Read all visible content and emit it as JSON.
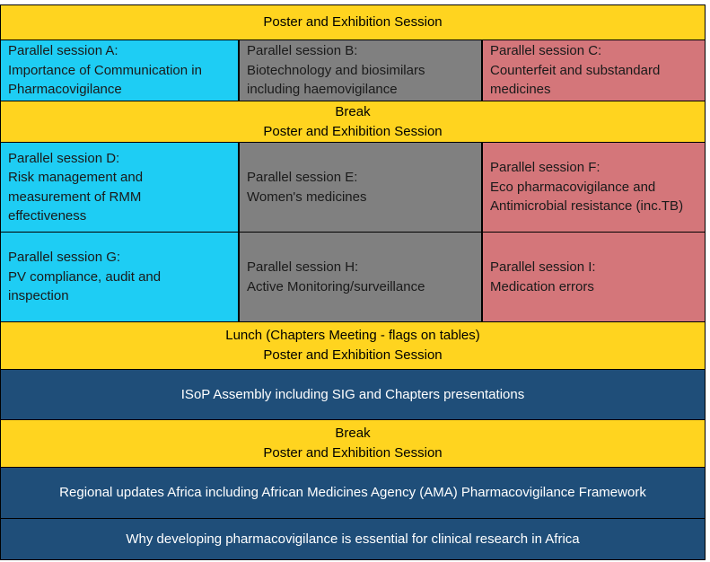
{
  "rows": {
    "r1": {
      "line1": "Poster and Exhibition Session"
    },
    "r2": {
      "a": {
        "title": "Parallel session A:",
        "l1": "Importance of Communication in",
        "l2": "Pharmacovigilance"
      },
      "b": {
        "title": "Parallel session B:",
        "l1": "Biotechnology and biosimilars",
        "l2": "including haemovigilance"
      },
      "c": {
        "title": "Parallel session C:",
        "l1": "Counterfeit and substandard",
        "l2": "medicines"
      }
    },
    "r3": {
      "line1": "Break",
      "line2": "Poster and Exhibition Session"
    },
    "r4": {
      "a": {
        "title": "Parallel session D:",
        "l1": "Risk management and",
        "l2": "measurement of RMM",
        "l3": "effectiveness"
      },
      "b": {
        "title": "Parallel session E:",
        "l1": "Women's medicines"
      },
      "c": {
        "title": "Parallel session F:",
        "l1": "Eco pharmacovigilance and",
        "l2": "Antimicrobial resistance (inc.TB)"
      }
    },
    "r5": {
      "a": {
        "title": "Parallel session G:",
        "l1": "PV compliance, audit and",
        "l2": "inspection"
      },
      "b": {
        "title": "Parallel session H:",
        "l1": "Active Monitoring/surveillance"
      },
      "c": {
        "title": "Parallel session I:",
        "l1": "Medication errors"
      }
    },
    "r6": {
      "line1": "Lunch (Chapters Meeting - flags on tables)",
      "line2": "Poster and Exhibition Session"
    },
    "r7": {
      "line1": "ISoP Assembly including SIG and Chapters presentations"
    },
    "r8": {
      "line1": "Break",
      "line2": "Poster and Exhibition Session"
    },
    "r9": {
      "line1": "Regional updates Africa including African Medicines Agency (AMA) Pharmacovigilance Framework"
    },
    "r10": {
      "line1": "Why developing pharmacovigilance is essential for clinical research in Africa"
    }
  },
  "colors": {
    "yellow": "#ffd966",
    "cyan": "#1ecdf4",
    "grey": "#808080",
    "rose": "#d4767a",
    "navy": "#1f4e79"
  }
}
